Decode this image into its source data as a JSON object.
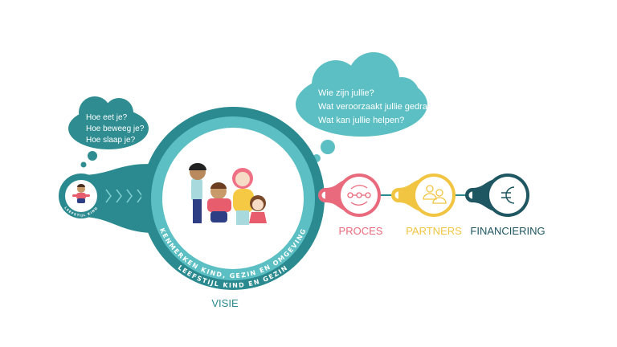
{
  "left_cloud": {
    "lines": [
      "Hoe eet je?",
      "Hoe beweeg je?",
      "Hoe slaap je?"
    ]
  },
  "right_cloud": {
    "lines": [
      "Wie zijn jullie?",
      "Wat veroorzaakt jullie gedrag?",
      "Wat kan jullie helpen?"
    ]
  },
  "child_circle": {
    "label": "LEEFSTIJL KIND"
  },
  "main_circle": {
    "outer_text": "KENMERKEN KIND, GEZIN EN OMGEVING",
    "inner_text": "LEEFSTIJL KIND EN GEZIN",
    "label": "VISIE"
  },
  "steps": [
    {
      "label": "PROCES",
      "icon": "process-cycle-icon",
      "color": "#e86a7c"
    },
    {
      "label": "PARTNERS",
      "icon": "people-icon",
      "color": "#f1c542"
    },
    {
      "label": "FINANCIERING",
      "icon": "euro-icon",
      "color": "#1e5661"
    }
  ],
  "colors": {
    "dark_teal": "#2a8a8f",
    "light_teal": "#5cbfc3"
  }
}
